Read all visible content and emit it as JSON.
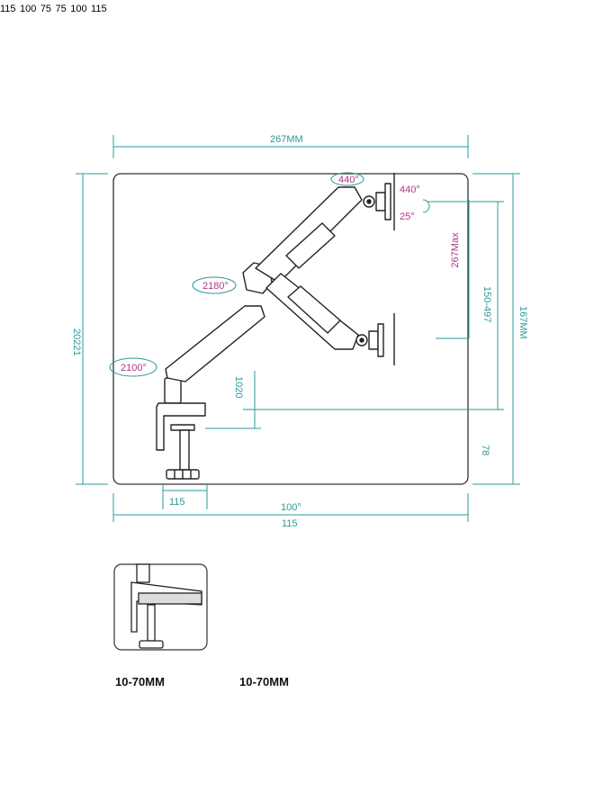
{
  "dims": {
    "top_width": "267MM",
    "left_height": "20221",
    "right_height": "167MM",
    "inner_height": "150-497",
    "reach": "267Max",
    "post_height": "1020",
    "desk_offset": "78",
    "base_width": "115",
    "bottom_100": "100°",
    "bottom_115": "115"
  },
  "angles": {
    "top_rotation": "440°",
    "tilt_up": "440°",
    "tilt_down": "25°",
    "elbow_rotation": "2180°",
    "base_rotation": "2100°"
  },
  "clamps": [
    {
      "label": "10-70MM"
    },
    {
      "label": "10-70MM"
    }
  ],
  "vesa": {
    "top_115": "115",
    "top_100": "100",
    "top_75": "75",
    "right_75": "75",
    "right_100": "100",
    "right_115": "115"
  },
  "colors": {
    "dimension": "#2a9a9a",
    "angle": "#b0358a",
    "outline": "#222222"
  }
}
